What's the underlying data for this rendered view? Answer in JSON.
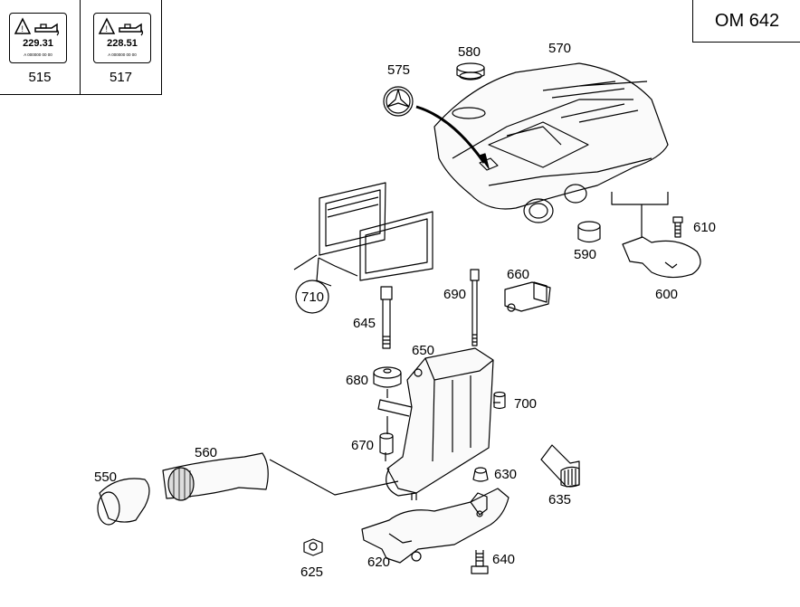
{
  "title": "OM 642",
  "oil_labels": [
    {
      "value": "229.31",
      "sub": "A 000000 00 00",
      "ref": "515"
    },
    {
      "value": "228.51",
      "sub": "A 000000 00 00",
      "ref": "517"
    }
  ],
  "callouts": {
    "p580": "580",
    "p570": "570",
    "p575": "575",
    "p610": "610",
    "p590": "590",
    "p600": "600",
    "p710": "710",
    "p660": "660",
    "p690": "690",
    "p645": "645",
    "p650": "650",
    "p680": "680",
    "p700": "700",
    "p670": "670",
    "p560": "560",
    "p550": "550",
    "p630": "630",
    "p635": "635",
    "p625": "625",
    "p620": "620",
    "p640": "640"
  }
}
